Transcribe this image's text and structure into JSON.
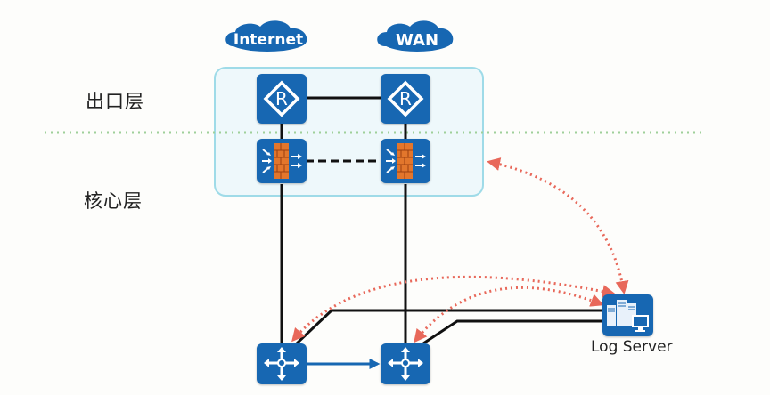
{
  "diagram": {
    "layers": [
      {
        "label": "出口层"
      },
      {
        "label": "核心层"
      }
    ],
    "clouds": [
      {
        "label": "Internet"
      },
      {
        "label": "WAN"
      }
    ],
    "devices": {
      "routers": [
        {
          "type": "router",
          "glyph": "R"
        },
        {
          "type": "router",
          "glyph": "R"
        }
      ],
      "firewalls": [
        {
          "type": "firewall"
        },
        {
          "type": "firewall"
        }
      ],
      "core_switches": [
        {
          "type": "core-switch"
        },
        {
          "type": "core-switch"
        }
      ],
      "log_server": {
        "type": "server",
        "label": "Log Server"
      }
    },
    "links": [
      {
        "from": "router-1",
        "to": "router-2",
        "style": "solid"
      },
      {
        "from": "router-1",
        "to": "firewall-1",
        "style": "solid"
      },
      {
        "from": "router-2",
        "to": "firewall-2",
        "style": "solid"
      },
      {
        "from": "firewall-1",
        "to": "firewall-2",
        "style": "dashed"
      },
      {
        "from": "firewall-1",
        "to": "core-switch-1",
        "style": "solid"
      },
      {
        "from": "firewall-2",
        "to": "core-switch-2",
        "style": "solid"
      },
      {
        "from": "core-switch-1",
        "to": "core-switch-2",
        "style": "arrow"
      },
      {
        "from": "core-switch-1",
        "to": "log-server",
        "style": "solid"
      },
      {
        "from": "core-switch-2",
        "to": "log-server",
        "style": "solid"
      }
    ],
    "log_flows": [
      {
        "between": [
          "egress-zone",
          "log-server"
        ],
        "style": "dotted-bidirectional"
      },
      {
        "between": [
          "core-switch-1",
          "log-server"
        ],
        "style": "dotted-bidirectional"
      },
      {
        "between": [
          "core-switch-2",
          "log-server"
        ],
        "style": "dotted-bidirectional"
      }
    ],
    "colors": {
      "device": "#1767b2",
      "firewall_brick": "#e2762c",
      "zone_border": "#9fdbe8",
      "zone_fill": "#eef8fb",
      "divider": "#9fd09a",
      "log_flow": "#e8685a",
      "link": "#111111",
      "arrow_link": "#1767b2"
    }
  }
}
